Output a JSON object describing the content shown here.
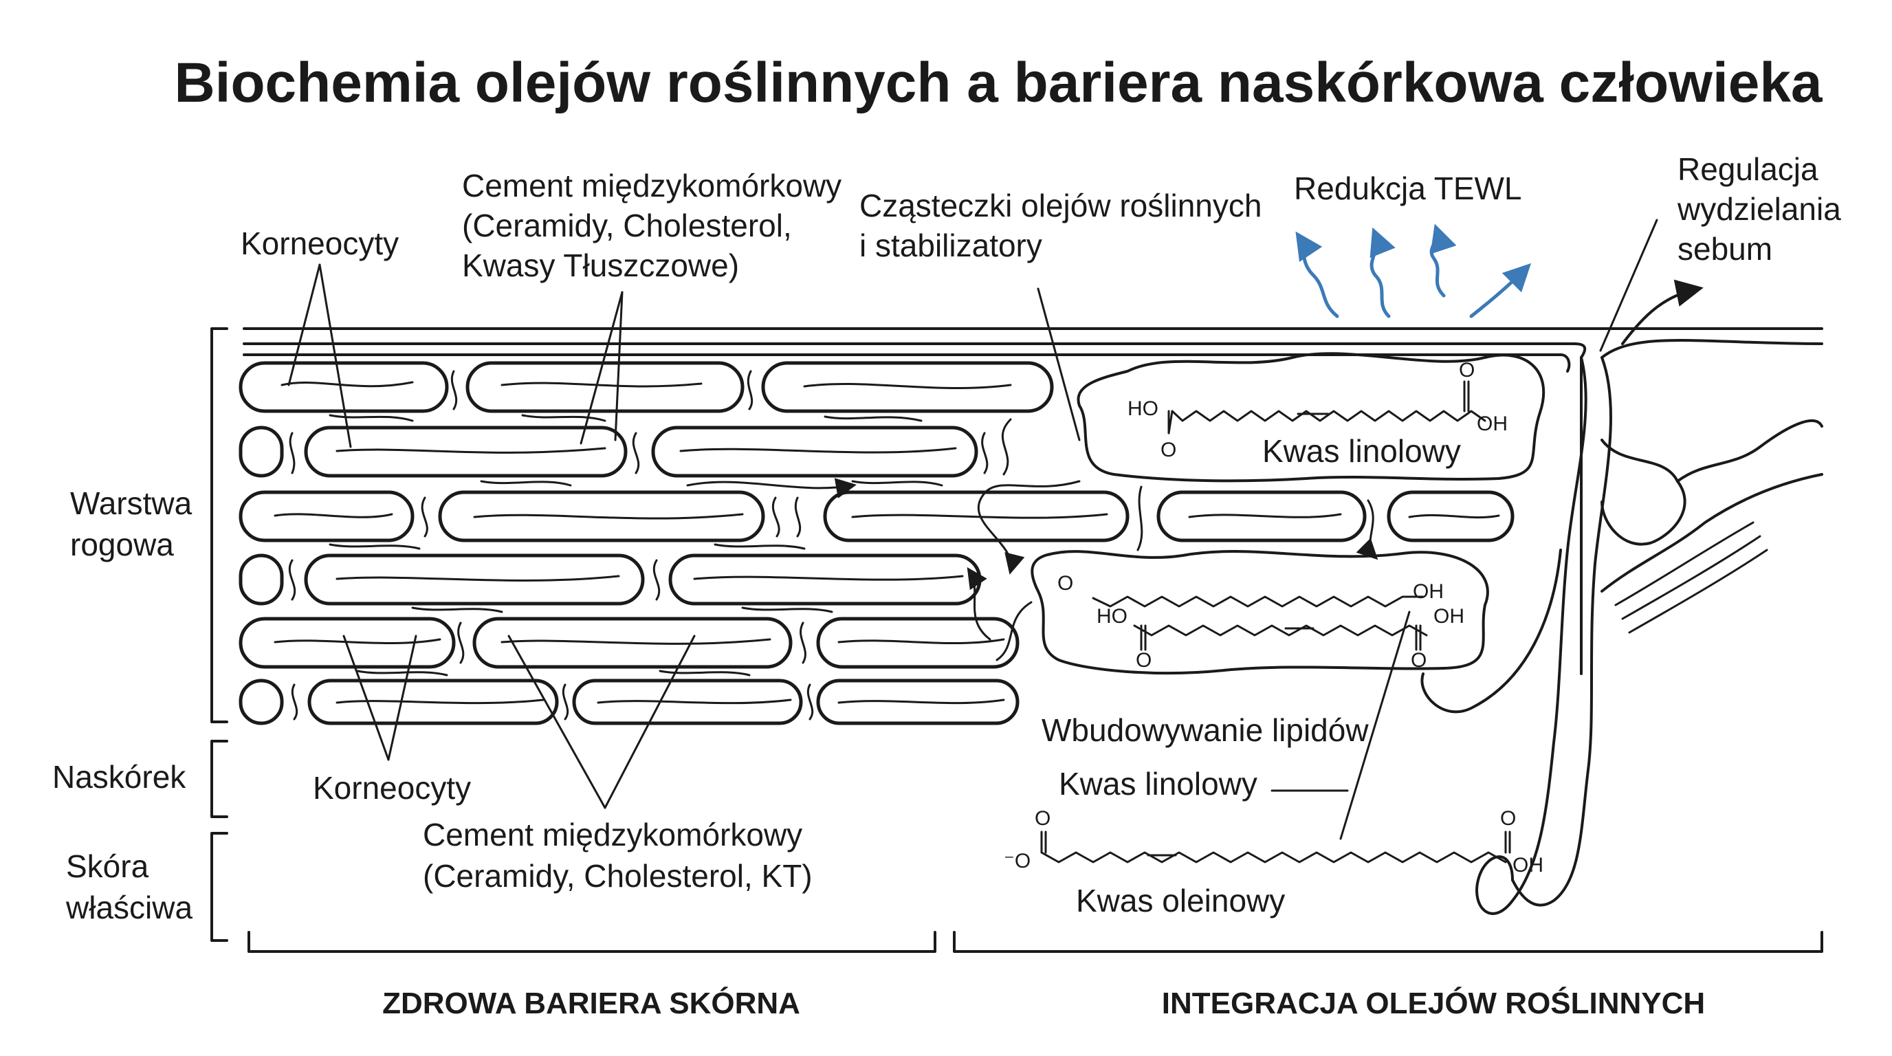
{
  "title": "Biochemia olejów roślinnych a bariera naskórkowa człowieka",
  "labels": {
    "korneocyty_top": "Korneocyty",
    "cement_top": [
      "Cement międzykomórkowy",
      "(Ceramidy, Cholesterol,",
      "Kwasy Tłuszczowe)"
    ],
    "oil_molecules": [
      "Cząsteczki olejów roślinnych",
      "i stabilizatory"
    ],
    "tewl": "Redukcja TEWL",
    "sebum": [
      "Regulacja",
      "wydzielania",
      "sebum"
    ],
    "warstwa": [
      "Warstwa",
      "rogowa"
    ],
    "naskorek": "Naskórek",
    "skora": [
      "Skóra",
      "właściwa"
    ],
    "korneocyty_bottom": "Korneocyty",
    "cement_bottom": [
      "Cement międzykomórkowy",
      "(Ceramidy, Cholesterol, KT)"
    ],
    "kwas_linolowy_inner": "Kwas linolowy",
    "wbudowywanie": "Wbudowywanie lipidów",
    "kwas_linolowy_lower": "Kwas linolowy",
    "kwas_oleinowy": "Kwas oleinowy"
  },
  "chem": {
    "ho": "HO",
    "oh": "OH",
    "o": "O",
    "o_minus": "⁻O"
  },
  "sections": {
    "left": "ZDROWA BARIERA SKÓRNA",
    "right": "INTEGRACJA OLEJÓW ROŚLINNYCH"
  },
  "colors": {
    "ink": "#1a1a1a",
    "tewl_arrows": "#3c7ab8"
  }
}
